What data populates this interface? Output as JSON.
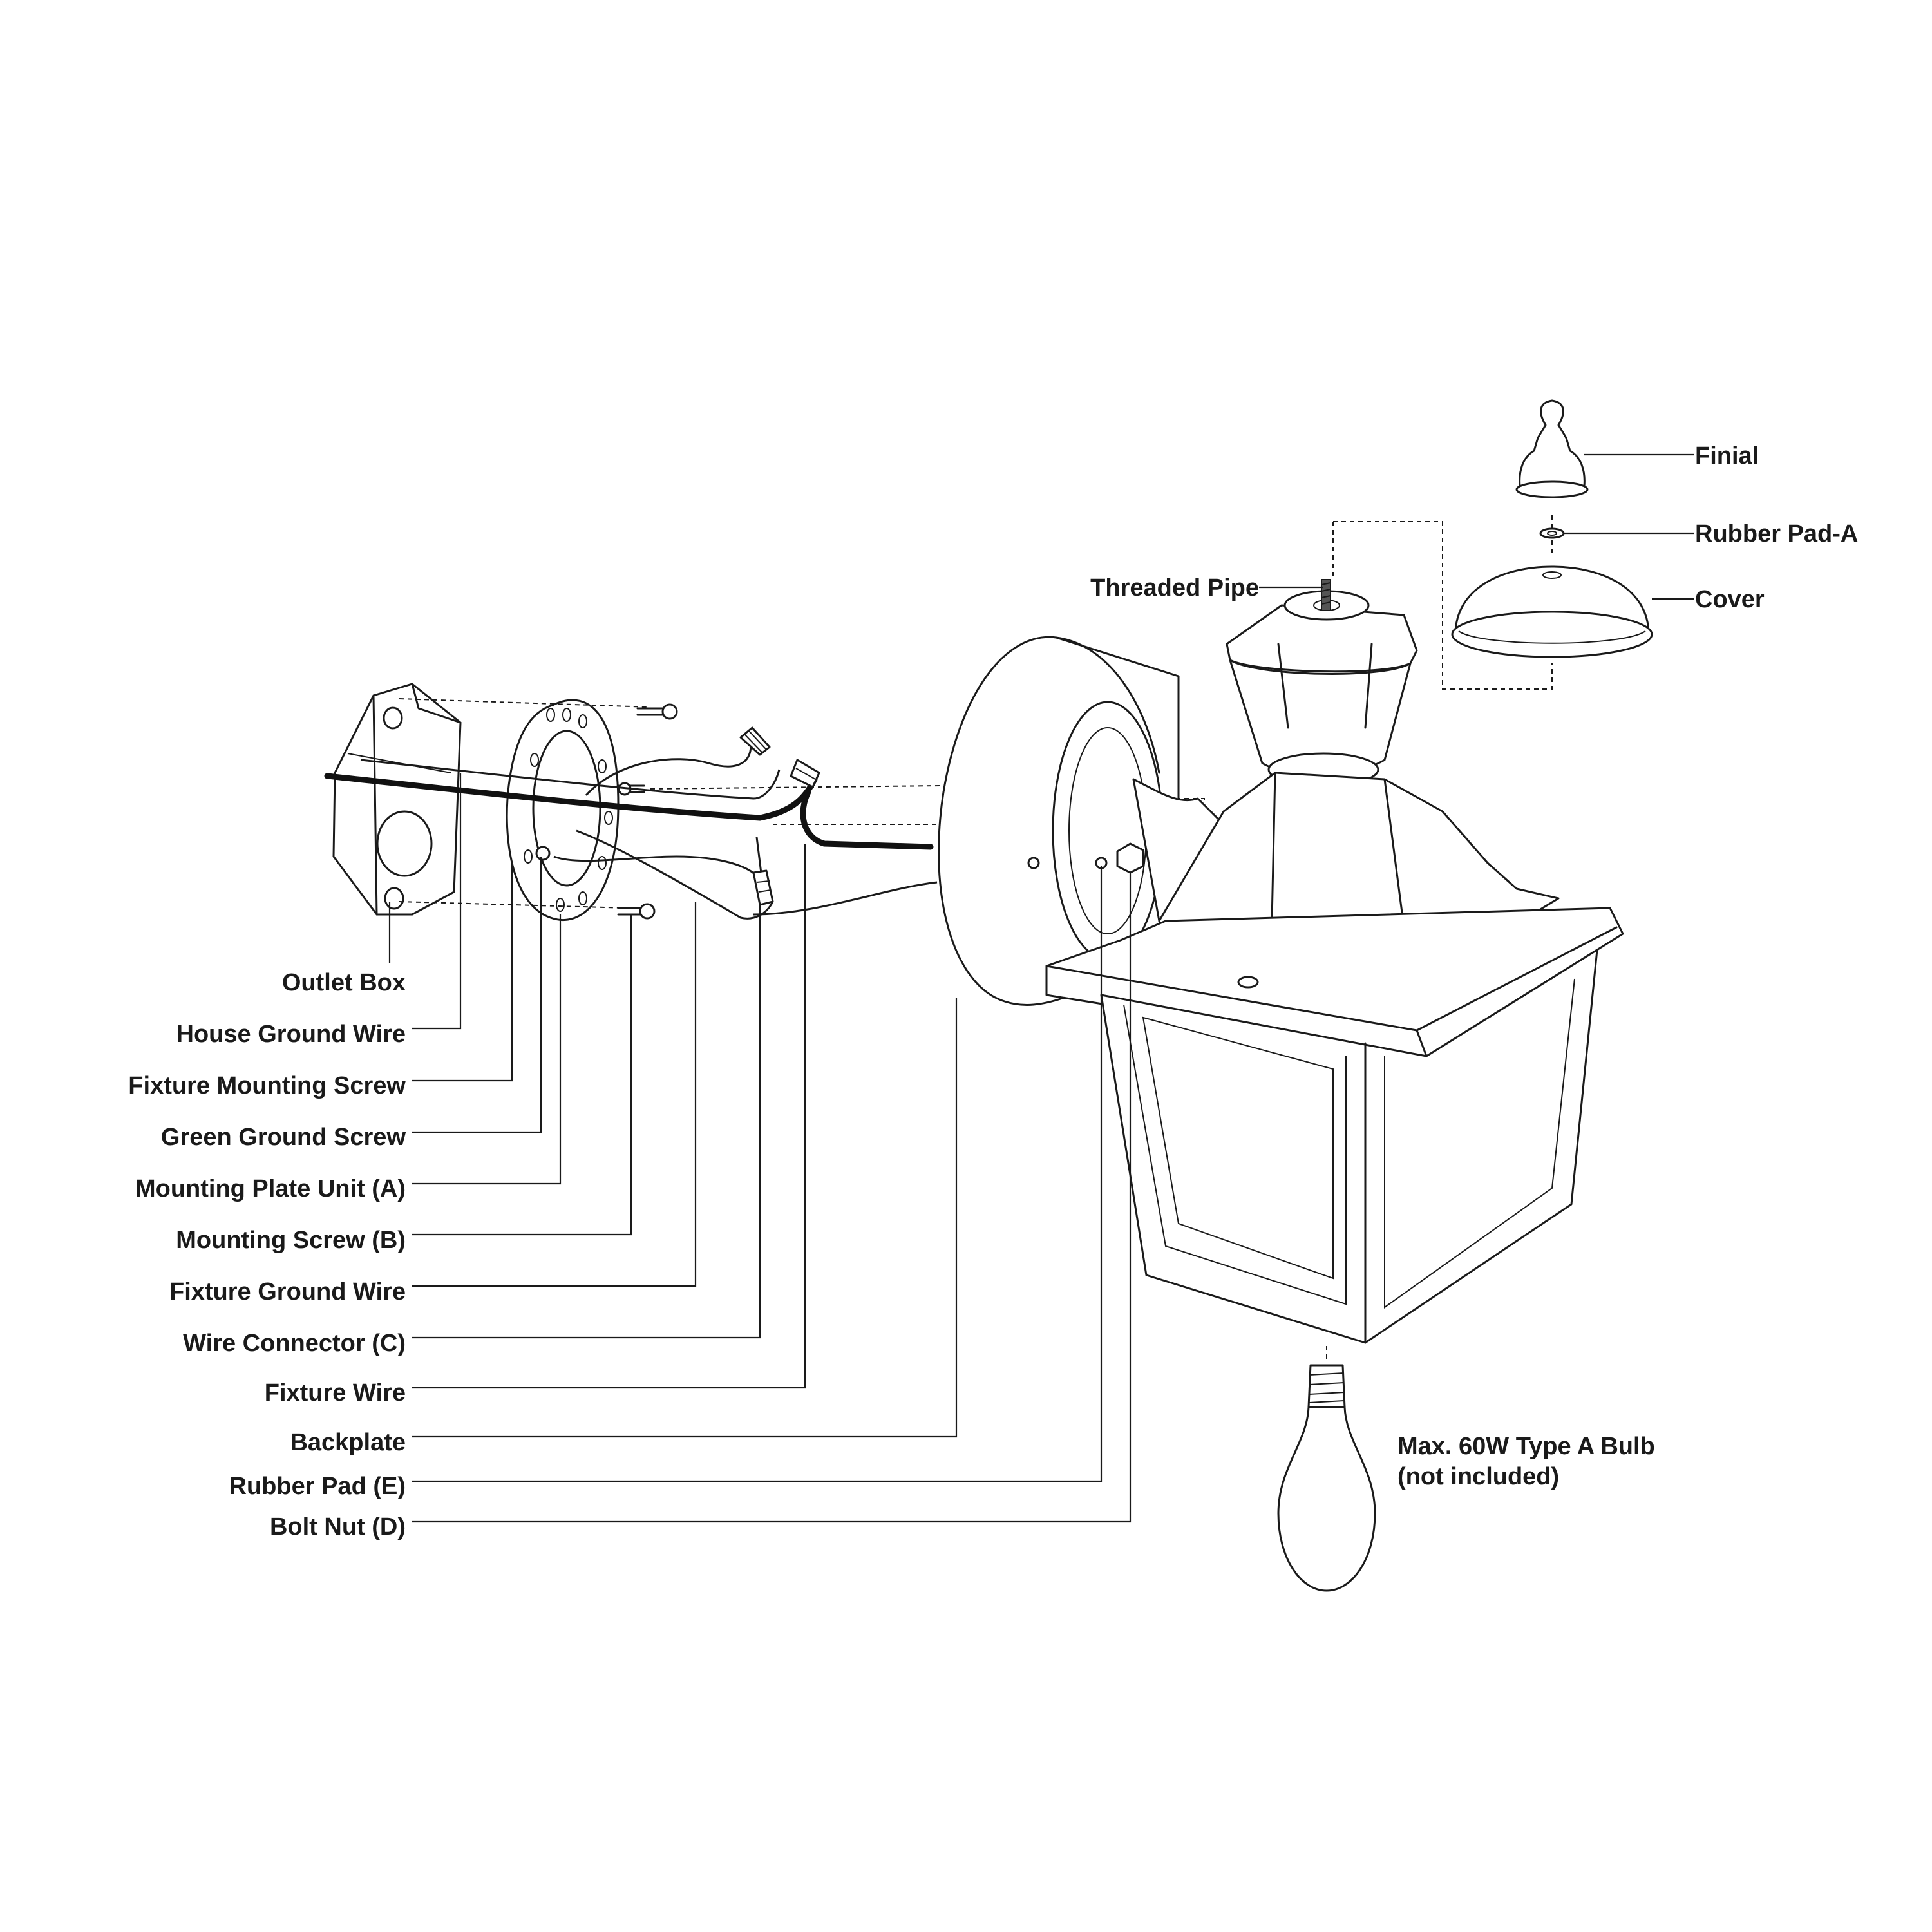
{
  "labels": {
    "outlet_box": "Outlet Box",
    "house_ground_wire": "House Ground Wire",
    "fixture_mounting_screw": "Fixture Mounting Screw",
    "green_ground_screw": "Green Ground Screw",
    "mounting_plate_unit": "Mounting Plate Unit (A)",
    "mounting_screw": "Mounting Screw (B)",
    "fixture_ground_wire": "Fixture Ground Wire",
    "wire_connector": "Wire Connector (C)",
    "fixture_wire": "Fixture Wire",
    "backplate": "Backplate",
    "rubber_pad_e": "Rubber Pad (E)",
    "bolt_nut": "Bolt Nut (D)",
    "threaded_pipe": "Threaded Pipe",
    "finial": "Finial",
    "rubber_pad_a": "Rubber Pad-A",
    "cover": "Cover",
    "bulb_line1": "Max. 60W Type A Bulb",
    "bulb_line2": "(not included)"
  }
}
